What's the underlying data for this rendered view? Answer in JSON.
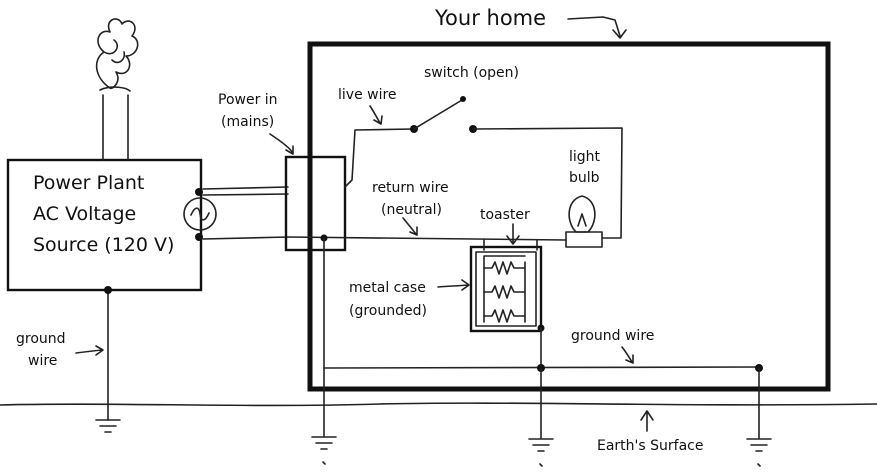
{
  "diagram": {
    "title": "Your home",
    "power_plant": {
      "line1": "Power Plant",
      "line2": "AC Voltage",
      "line3": "Source (120 V)"
    },
    "power_in": {
      "line1": "Power in",
      "line2": "(mains)"
    },
    "live_wire": "live wire",
    "switch": "switch (open)",
    "return_wire": {
      "line1": "return wire",
      "line2": "(neutral)"
    },
    "toaster": "toaster",
    "light_bulb": {
      "line1": "light",
      "line2": "bulb"
    },
    "metal_case": {
      "line1": "metal case",
      "line2": "(grounded)"
    },
    "ground_wire_left": {
      "line1": "ground",
      "line2": "wire"
    },
    "ground_wire_right": "ground wire",
    "earth_surface": "Earth's Surface"
  }
}
